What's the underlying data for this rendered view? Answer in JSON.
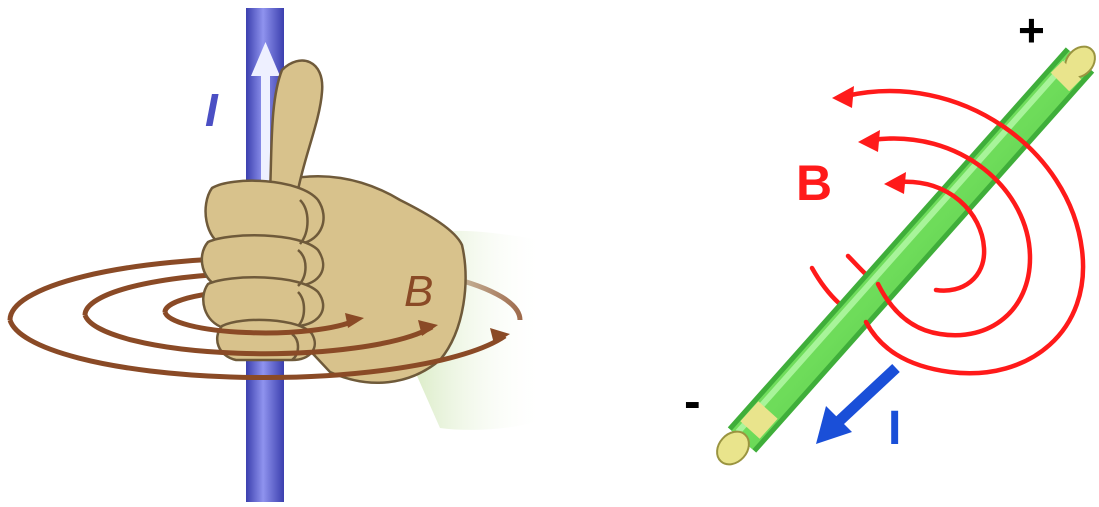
{
  "left_diagram": {
    "current_label": "I",
    "field_label": "B",
    "colors": {
      "conductor": "#5a5ed0",
      "conductor_dark": "#3b3fae",
      "current_arrow": "#eef0ff",
      "current_label": "#4b4fc4",
      "field_lines": "#8a4a26",
      "field_label": "#8a4a26",
      "hand_skin": "#d8c28c",
      "hand_outline": "#6f5a3a",
      "sleeve": "#cfe3b8"
    }
  },
  "right_diagram": {
    "positive_terminal": "+",
    "negative_terminal": "-",
    "field_label": "B",
    "current_label": "I",
    "colors": {
      "wire": "#6edc5a",
      "wire_dark": "#3fae3a",
      "wire_end": "#e9e48c",
      "field_lines": "#ff1a1a",
      "field_label": "#ff1a1a",
      "current_arrow": "#1a4fd8",
      "current_label": "#1a4fd8",
      "terminal_text": "#000000"
    }
  }
}
